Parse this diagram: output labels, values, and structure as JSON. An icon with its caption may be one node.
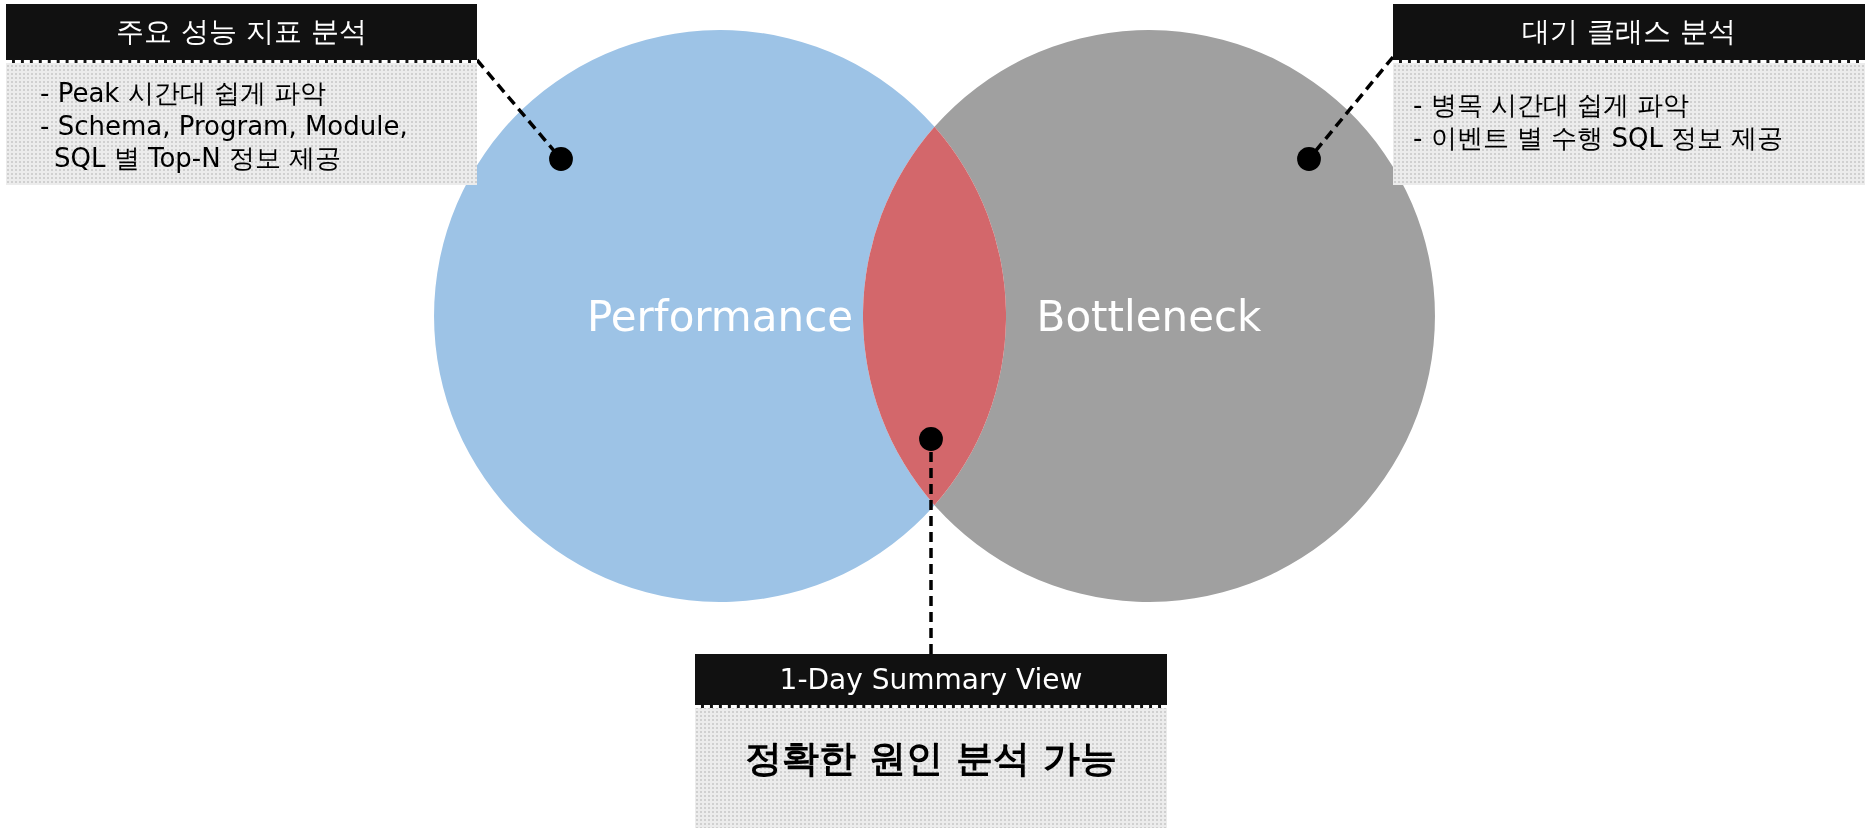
{
  "diagram": {
    "nodes": [
      {
        "text": [
          "Performance"
        ]
      },
      {
        "text": [
          "Bottleneck"
        ]
      },
      {
        "text": [],
        "shape": "lens"
      },
      {
        "text": [
          "주요 성능 지표 분석",
          "- Peak 시간대 쉽게 파악",
          "- Schema, Program, Module, SQL 별 Top-N 정보 제공"
        ]
      },
      {
        "text": [
          "대기 클래스 분석",
          "- 병목 시간대 쉽게 파악",
          "- 이벤트 별 수행 SQL 정보 제공"
        ]
      },
      {
        "text": [
          "1-Day Summary View",
          "정확한 원인 분석 가능"
        ]
      }
    ],
    "edges": [
      {
        "from": 3,
        "to": 0,
        "arrow": "other",
        "style": "dashed"
      },
      {
        "from": 4,
        "to": 1,
        "arrow": "other",
        "style": "dashed"
      },
      {
        "from": 5,
        "to": 2,
        "arrow": "other",
        "style": "dashed"
      }
    ]
  }
}
